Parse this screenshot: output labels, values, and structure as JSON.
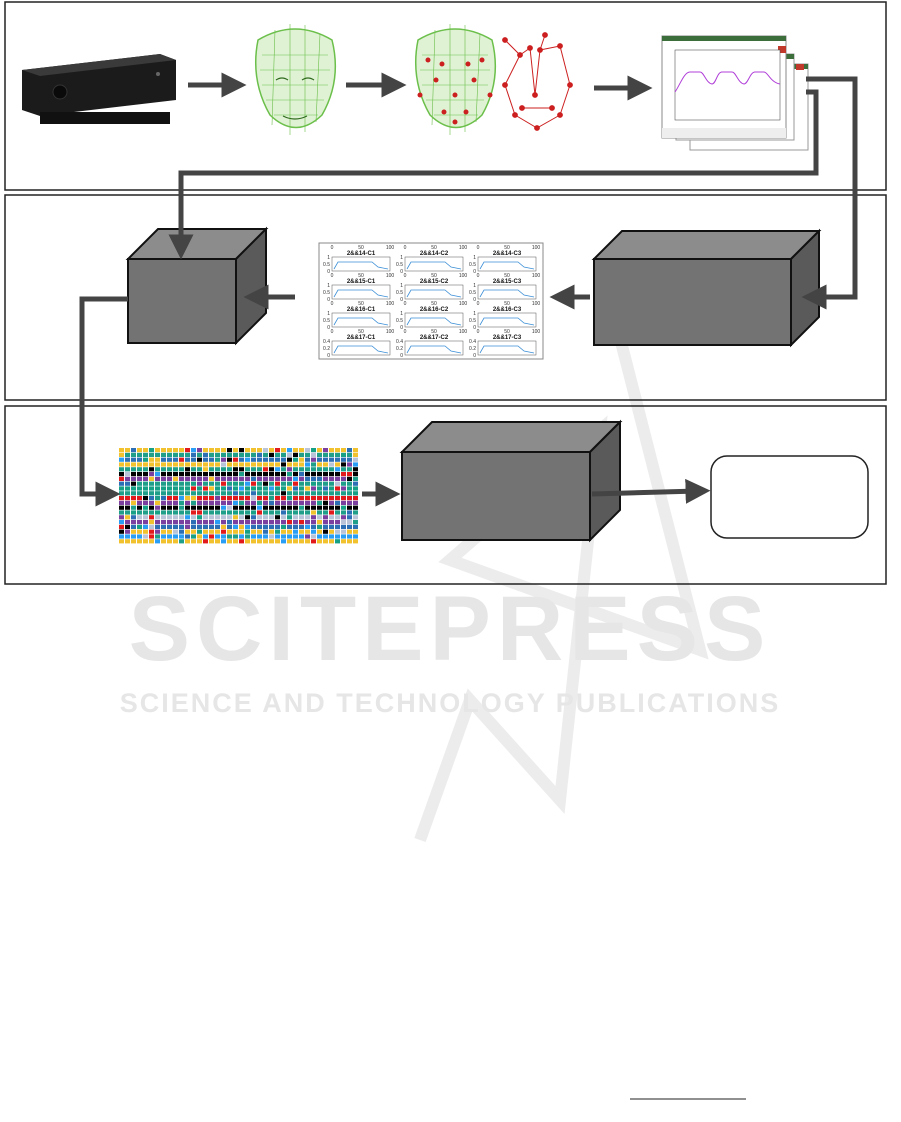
{
  "watermark": {
    "title": "SCITEPRESS",
    "subtitle": "SCIENCE AND TECHNOLOGY PUBLICATIONS"
  },
  "feature_panels": [
    {
      "label": "2&&14-C1",
      "ticks_top": [
        "0",
        "50",
        "100"
      ],
      "ticks_left": [
        "1",
        "0.5",
        "0"
      ]
    },
    {
      "label": "2&&14-C2",
      "ticks_top": [
        "0",
        "50",
        "100"
      ],
      "ticks_left": [
        "1",
        "0.5",
        "0"
      ]
    },
    {
      "label": "2&&14-C3",
      "ticks_top": [
        "0",
        "50",
        "100"
      ],
      "ticks_left": [
        "1",
        "0.5",
        "0"
      ]
    },
    {
      "label": "2&&15-C1",
      "ticks_top": [
        "0",
        "50",
        "100"
      ],
      "ticks_left": [
        "1",
        "0.5",
        "0"
      ]
    },
    {
      "label": "2&&15-C2",
      "ticks_top": [
        "0",
        "50",
        "100"
      ],
      "ticks_left": [
        "1",
        "0.5",
        "0"
      ]
    },
    {
      "label": "2&&15-C3",
      "ticks_top": [
        "0",
        "50",
        "100"
      ],
      "ticks_left": [
        "1",
        "0.5",
        "0"
      ]
    },
    {
      "label": "2&&16-C1",
      "ticks_top": [
        "0",
        "50",
        "100"
      ],
      "ticks_left": [
        "1",
        "0.5",
        "0"
      ]
    },
    {
      "label": "2&&16-C2",
      "ticks_top": [
        "0",
        "50",
        "100"
      ],
      "ticks_left": [
        "1",
        "0.5",
        "0"
      ]
    },
    {
      "label": "2&&16-C3",
      "ticks_top": [
        "0",
        "50",
        "100"
      ],
      "ticks_left": [
        "1",
        "0.5",
        "0"
      ]
    },
    {
      "label": "2&&17-C1",
      "ticks_top": [
        "0",
        "50",
        "100"
      ],
      "ticks_left": [
        "0.4",
        "0.2",
        "0"
      ]
    },
    {
      "label": "2&&17-C2",
      "ticks_top": [
        "0",
        "50",
        "100"
      ],
      "ticks_left": [
        "0.4",
        "0.2",
        "0"
      ]
    },
    {
      "label": "2&&17-C3",
      "ticks_top": [
        "0",
        "50",
        "100"
      ],
      "ticks_left": [
        "0.4",
        "0.2",
        "0"
      ]
    }
  ],
  "colors": {
    "arrow": "#444444",
    "cube_front": "#737373",
    "cube_top": "#8c8c8c",
    "cube_side": "#5a5a5a",
    "face_mesh": "#6bbf4a",
    "landmark": "#cc1f1f",
    "plot_line": "#8a2be2",
    "feature_line": "#3b8ed6",
    "heatmap_palette": [
      "#f2c12e",
      "#1f9e89",
      "#2c6fb5",
      "#000000",
      "#e31a1c",
      "#7b3fa0",
      "#2a9df4",
      "#16a085",
      "#b9c4d8"
    ]
  }
}
